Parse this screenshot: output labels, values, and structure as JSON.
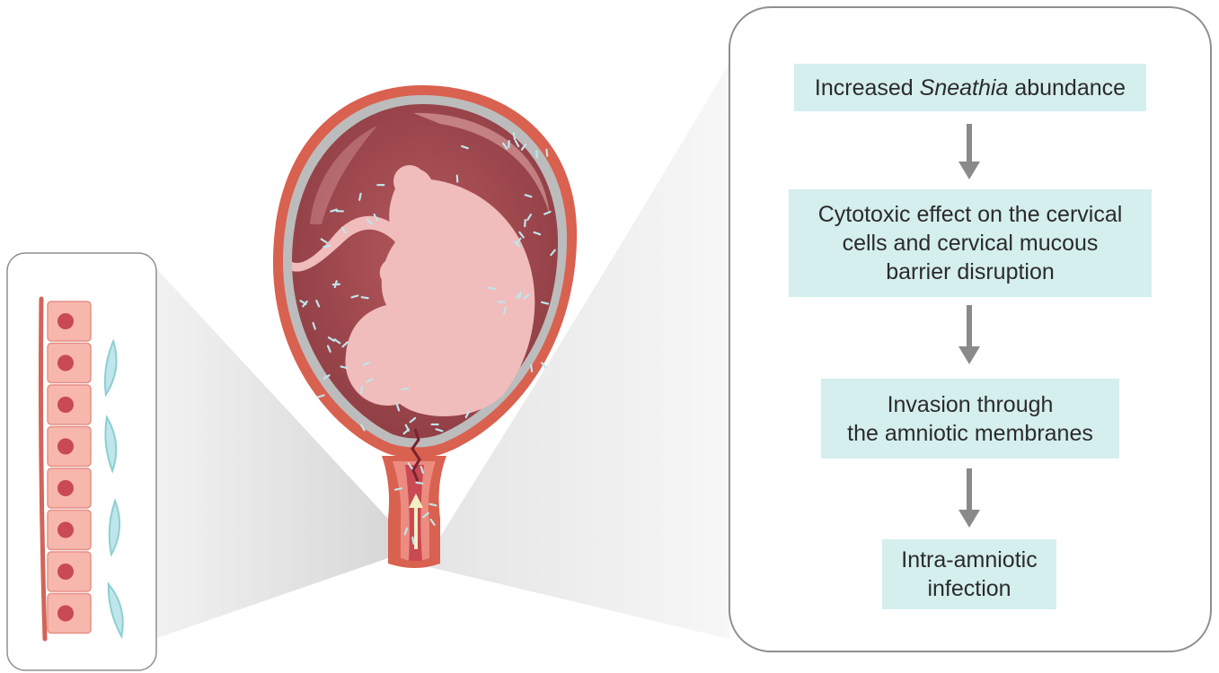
{
  "flow": {
    "step1": {
      "prefix": "Increased ",
      "italic": "Sneathia",
      "suffix": " abundance"
    },
    "step2": {
      "line1": "Cytotoxic effect on the cervical",
      "line2": "cells and cervical mucous",
      "line3": "barrier disruption"
    },
    "step3": {
      "line1": "Invasion through",
      "line2": "the amniotic membranes"
    },
    "step4": {
      "line1": "Intra-amniotic",
      "line2": "infection"
    }
  },
  "colors": {
    "step_box": "#d5eeee",
    "arrow": "#8a8a8a",
    "uterus_wall": "#d9614f",
    "amniotic_fluid": "#9e4a50",
    "fetus": "#f0bcbc",
    "bacteria": "#bfe6ea",
    "cell": "#f7b7ad",
    "cell_nucleus": "#c94a52",
    "panel_border": "#8f8f8f"
  },
  "icons": [
    "uterus-illustration",
    "fetus-illustration",
    "bacteria-icon",
    "cervical-cell-icon",
    "upward-arrow-icon",
    "down-arrow-icon"
  ]
}
